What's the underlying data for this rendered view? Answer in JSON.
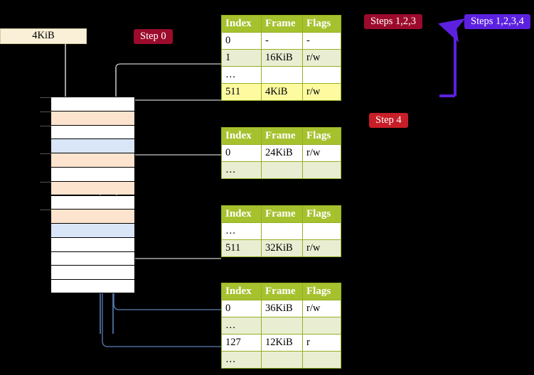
{
  "labels": {
    "step0": "Step 0",
    "step4": "Step 4",
    "steps123": "Steps 1,2,3",
    "steps1234": "Steps 1,2,3,4",
    "frame_box": "4KiB"
  },
  "colors": {
    "header_green": "#a6c12e",
    "row_even": "#e9eed3",
    "highlight": "#fdfaa0",
    "badge_dark_red": "#9c0b2c",
    "badge_red": "#c71e28",
    "badge_blue": "#5c21e0",
    "mem_peach": "#fde4cf",
    "mem_blue": "#d9e6f7",
    "box_cream": "#faf0d7",
    "wire_grey": "#cfcfcf",
    "wire_blue": "#5b7fb4"
  },
  "columns": [
    "Index",
    "Frame",
    "Flags"
  ],
  "tables": [
    {
      "name": "pml4-table",
      "rows": [
        {
          "index": "0",
          "frame": "-",
          "flags": "-",
          "shade": "odd",
          "highlight": false
        },
        {
          "index": "1",
          "frame": "16KiB",
          "flags": "r/w",
          "shade": "even",
          "highlight": false
        },
        {
          "index": "…",
          "frame": "",
          "flags": "",
          "shade": "odd",
          "highlight": false
        },
        {
          "index": "511",
          "frame": "4KiB",
          "flags": "r/w",
          "shade": "even",
          "highlight": true
        }
      ]
    },
    {
      "name": "pdpt-table",
      "rows": [
        {
          "index": "0",
          "frame": "24KiB",
          "flags": "r/w",
          "shade": "odd",
          "highlight": false
        },
        {
          "index": "…",
          "frame": "",
          "flags": "",
          "shade": "even",
          "highlight": false
        }
      ]
    },
    {
      "name": "pd-table",
      "rows": [
        {
          "index": "…",
          "frame": "",
          "flags": "",
          "shade": "odd",
          "highlight": false
        },
        {
          "index": "511",
          "frame": "32KiB",
          "flags": "r/w",
          "shade": "even",
          "highlight": false
        }
      ]
    },
    {
      "name": "pt-table",
      "rows": [
        {
          "index": "0",
          "frame": "36KiB",
          "flags": "r/w",
          "shade": "odd",
          "highlight": false
        },
        {
          "index": "…",
          "frame": "",
          "flags": "",
          "shade": "even",
          "highlight": false
        },
        {
          "index": "127",
          "frame": "12KiB",
          "flags": "r",
          "shade": "odd",
          "highlight": false
        },
        {
          "index": "…",
          "frame": "",
          "flags": "",
          "shade": "even",
          "highlight": false
        }
      ]
    }
  ],
  "memory_column": {
    "name": "physical-memory-column",
    "rows": [
      {
        "fill": "w",
        "tick": true
      },
      {
        "fill": "p",
        "tick": true
      },
      {
        "fill": "w",
        "tick": true
      },
      {
        "fill": "b",
        "tick": false
      },
      {
        "fill": "p",
        "tick": true
      },
      {
        "fill": "w",
        "tick": false
      },
      {
        "fill": "p",
        "tick": true
      },
      {
        "fill": "w",
        "tick": false
      },
      {
        "fill": "p",
        "tick": true
      },
      {
        "fill": "b",
        "tick": false
      },
      {
        "fill": "w",
        "tick": false
      },
      {
        "fill": "w",
        "tick": false
      },
      {
        "fill": "w",
        "tick": false
      },
      {
        "fill": "w",
        "tick": false
      }
    ]
  }
}
